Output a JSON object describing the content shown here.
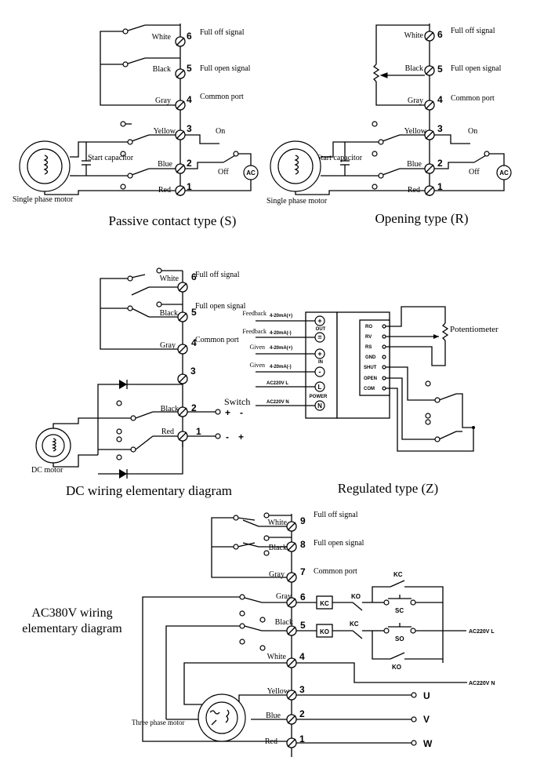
{
  "diagrams": {
    "passive": {
      "title": "Passive contact type (S)",
      "terminals": [
        {
          "num": "6",
          "color": "White",
          "signal": "Full off signal"
        },
        {
          "num": "5",
          "color": "Black",
          "signal": "Full open signal"
        },
        {
          "num": "4",
          "color": "Gray",
          "signal": "Common port"
        },
        {
          "num": "3",
          "color": "Yellow",
          "signal": "On"
        },
        {
          "num": "2",
          "color": "Blue",
          "signal": "Off"
        },
        {
          "num": "1",
          "color": "Red",
          "signal": ""
        }
      ],
      "capacitor_label": "Start capacitor",
      "motor_label": "Single phase motor",
      "source_label": "AC"
    },
    "opening": {
      "title": "Opening type (R)",
      "terminals": [
        {
          "num": "6",
          "color": "White",
          "signal": "Full off signal"
        },
        {
          "num": "5",
          "color": "Black",
          "signal": "Full open signal"
        },
        {
          "num": "4",
          "color": "Gray",
          "signal": "Common port"
        },
        {
          "num": "3",
          "color": "Yellow",
          "signal": "On"
        },
        {
          "num": "2",
          "color": "Blue",
          "signal": "Off"
        },
        {
          "num": "1",
          "color": "Red",
          "signal": ""
        }
      ],
      "capacitor_label": "Start capacitor",
      "motor_label": "Single phase motor",
      "source_label": "AC"
    },
    "dc": {
      "title": "DC wiring elementary diagram",
      "terminals": [
        {
          "num": "6",
          "color": "White",
          "signal": "Full off signal"
        },
        {
          "num": "5",
          "color": "Black",
          "signal": "Full open signal"
        },
        {
          "num": "4",
          "color": "Gray",
          "signal": "Common port"
        },
        {
          "num": "3",
          "color": "",
          "signal": ""
        },
        {
          "num": "2",
          "color": "Black",
          "signal": ""
        },
        {
          "num": "1",
          "color": "Red",
          "signal": ""
        }
      ],
      "switch_label": "Switch",
      "plus": "+",
      "minus": "-",
      "motor_label": "DC motor"
    },
    "regulated": {
      "title": "Regulated type (Z)",
      "left_labels": [
        "Feedback",
        "Feedback",
        "Given",
        "Given"
      ],
      "left_values": [
        "4-20mA(+)",
        "4-20mA(-)",
        "4-20mA(+)",
        "4-20mA(-)",
        "AC220V  L",
        "AC220V  N"
      ],
      "module_syms": [
        "+",
        "=",
        "+",
        "-",
        "L",
        "N"
      ],
      "module_tags": [
        "OUT",
        "IN",
        "POWER"
      ],
      "right_pins": [
        "RO",
        "RV",
        "RS",
        "GND",
        "SHUT",
        "OPEN",
        "COM"
      ],
      "pot_label": "Potentiometer"
    },
    "ac380": {
      "title_line1": "AC380V wiring",
      "title_line2": "elementary diagram",
      "terminals": [
        {
          "num": "9",
          "color": "White",
          "signal": "Full off signal"
        },
        {
          "num": "8",
          "color": "Black",
          "signal": "Full open signal"
        },
        {
          "num": "7",
          "color": "Gray",
          "signal": "Common port"
        },
        {
          "num": "6",
          "color": "Gray",
          "signal": ""
        },
        {
          "num": "5",
          "color": "Black",
          "signal": ""
        },
        {
          "num": "4",
          "color": "White",
          "signal": ""
        },
        {
          "num": "3",
          "color": "Yellow",
          "signal": ""
        },
        {
          "num": "2",
          "color": "Blue",
          "signal": ""
        },
        {
          "num": "1",
          "color": "Red",
          "signal": ""
        }
      ],
      "relay_labels": [
        "KC",
        "KO"
      ],
      "contact_labels": [
        "KO",
        "KC",
        "KC",
        "KO"
      ],
      "button_labels": [
        "SC",
        "SO"
      ],
      "supply_labels": [
        "AC220V L",
        "AC220V N"
      ],
      "phase_labels": [
        "U",
        "V",
        "W"
      ],
      "motor_label": "Three phase motor"
    }
  }
}
